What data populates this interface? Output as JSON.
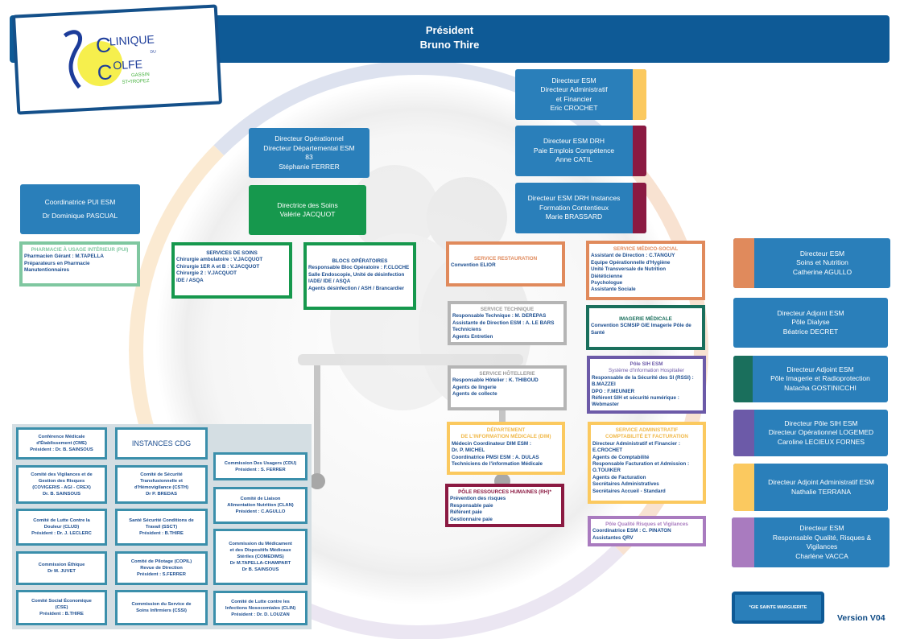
{
  "header": {
    "title": "Président",
    "name": "Bruno Thire"
  },
  "logo": {
    "line1": "LINIQUE",
    "line_du": "DU",
    "line2": "OLFE",
    "line3": "GASSIN",
    "line4": "ST•TROPEZ",
    "initial": "C"
  },
  "colors": {
    "primary_blue": "#2a7fba",
    "dark_blue": "#0e5a96",
    "green": "#16984d",
    "orange": "#e08a5c",
    "yellow": "#fbc95f",
    "burgundy": "#8b1a42",
    "teal": "#1a6f5c",
    "purple": "#6c5aa8",
    "lilac": "#a97bbf",
    "grey": "#b5b5b5",
    "pale_green": "#7fc7a0"
  },
  "directors": {
    "daf": {
      "lines": [
        "Directeur ESM",
        "Directeur Administratif",
        "et Financier",
        "Eric CROCHET"
      ]
    },
    "drh": {
      "lines": [
        "Directeur ESM DRH",
        "Paie Emplois Compétence",
        "Anne CATIL"
      ]
    },
    "drh_instances": {
      "lines": [
        "Directeur ESM DRH Instances",
        "Formation Contentieux",
        "Marie BRASSARD"
      ]
    },
    "operationnel": {
      "lines": [
        "Directeur Opérationnel",
        "Directeur Départemental ESM",
        "83",
        "Stéphanie  FERRER"
      ]
    },
    "soins": {
      "lines": [
        "Directrice des Soins",
        "Valérie JACQUOT"
      ]
    },
    "pui": {
      "lines": [
        "Coordinatrice PUI ESM",
        "Dr Dominique PASCUAL"
      ]
    },
    "nutrition": {
      "lines": [
        "Directeur ESM",
        "Soins et Nutrition",
        "Catherine AGULLO"
      ]
    },
    "dialyse": {
      "lines": [
        "Directeur Adjoint ESM",
        "Pôle Dialyse",
        "Béatrice DECRET"
      ]
    },
    "imagerie": {
      "lines": [
        "Directeur Adjoint ESM",
        "Pôle Imagerie et Radioprotection",
        "Natacha GOSTINICCHI"
      ]
    },
    "sih": {
      "lines": [
        "Directeur Pôle SIH ESM",
        "Directeur Opérationnel LOGEMED",
        "Caroline LECIEUX FORNES"
      ]
    },
    "adjoint_admin": {
      "lines": [
        "Directeur Adjoint Administratif ESM",
        "Nathalie TERRANA"
      ]
    },
    "qualite": {
      "lines": [
        "Directeur ESM",
        "Responsable Qualité, Risques &",
        "Vigilances",
        "Charlène VACCA"
      ]
    }
  },
  "services": {
    "pharmacie": {
      "title": "PHARMACIE À USAGE INTÉRIEUR (PUI)",
      "lines": [
        "Pharmacien Gérant : M.TAPELLA",
        "Préparateurs en Pharmacie",
        "Manutentionnaires"
      ]
    },
    "soins": {
      "title": "SERVICES DE SOINS",
      "lines": [
        "Chirurgie ambulatoire : V.JACQUOT",
        "Chirurgie 1ER A et B : V.JACQUOT",
        "Chirurgie 2 : V.JACQUOT",
        "IDE / ASQA"
      ]
    },
    "blocs": {
      "title": "BLOCS OPÉRATOIRES",
      "lines": [
        "Responsable Bloc Opératoire : F.CLOCHE",
        "Salle Endoscopie, Unité de désinfection",
        "IADE/ IDE / ASQA",
        "Agents désinfection / ASH / Brancardier"
      ]
    },
    "restauration": {
      "title": "SERVICE RESTAURATION",
      "lines": [
        "Convention ELIOR"
      ]
    },
    "technique": {
      "title": "SERVICE TECHNIQUE",
      "lines": [
        "Responsable Technique : M. DEREPAS",
        "Assistante de Direction ESM : A. LE BARS",
        "Techniciens",
        "Agents Entretien"
      ]
    },
    "hotellerie": {
      "title": "SERVICE HÔTELLERIE",
      "lines": [
        "Responsable Hôtelier : K. THIBOUD",
        "Agents de lingerie",
        "Agents de collecte"
      ]
    },
    "medico_social": {
      "title": "SERVICE MÉDICO-SOCIAL",
      "lines": [
        "Assistant de Direction : C.TANGUY",
        "Équipe Opérationnelle d'Hygiène",
        "Unité Transversale de Nutrition",
        "Diététicienne",
        "Psychologue",
        "Assistante Sociale"
      ]
    },
    "imagerie": {
      "title": "IMAGERIE MÉDICALE",
      "lines": [
        "Convention SCMSIP GIE  Imagerie Pôle de",
        "Santé"
      ]
    },
    "sih": {
      "title": "Pôle SIH ESM",
      "subtitle": "Système d'Information Hospitalier",
      "lines": [
        "Responsable de la Sécurité des SI (RSSI) :",
        "B.MAZZEI",
        "DPO : F.MEUNIER",
        "Référent SIH et sécurité numérique :",
        "Webmaster"
      ]
    },
    "dim": {
      "title": "DÉPARTEMENT",
      "subtitle": "DE L'INFORMATION MÉDICALE (DIM)",
      "lines": [
        "Médecin Coordinateur DIM ESM :",
        "Dr. P. MICHEL",
        "Coordinatrice PMSI ESM : A. DULAS",
        "Techniciens de l'information Médicale"
      ]
    },
    "admin": {
      "title": "SERVICE ADMINISTRATIF",
      "subtitle": "COMPTABILITÉ ET FACTURATION",
      "lines": [
        "Directeur Administratif et Financier :",
        "E.CROCHET",
        "Agents de Comptabilité",
        "Responsable Facturation et Admission :",
        "O.TOUIKER",
        "Agents de Facturation",
        "Secrétaires Administratives",
        "Secrétaires Accueil - Standard"
      ]
    },
    "rh": {
      "title": "PÔLE RESSOURCES HUMAINES (RH)*",
      "lines": [
        "Prévention des risques",
        "Responsable paie",
        "Référent paie",
        "Gestionnaire paie"
      ]
    },
    "qualite": {
      "title": "Pôle Qualité Risques et Vigilances",
      "lines": [
        "Coordinatrice ESM : C. PINATON",
        "Assistantes QRV"
      ]
    }
  },
  "instances": {
    "title": "INSTANCES CDG",
    "items": [
      {
        "lines": [
          "Conférence Médicale",
          "d'Établissement (CME)",
          "Président : Dr. B. SAINSOUS"
        ]
      },
      {
        "lines": [
          "Comité des Vigilances et de",
          "Gestion des Risques",
          "(COVIGERIS - AGI - CREX)",
          "Dr. B. SAINSOUS"
        ]
      },
      {
        "lines": [
          "Comité de Lutte Contre la",
          "Douleur (CLUD)",
          "Président : Dr. J. LECLERC"
        ]
      },
      {
        "lines": [
          "Commission Éthique",
          "Dr M. JUVET"
        ]
      },
      {
        "lines": [
          "Comité Social Économique",
          "(CSE)",
          "Président : B.THIRE"
        ]
      },
      {
        "lines": [
          "Comité de Sécurité",
          "Transfusionnelle et",
          "d'Hémovigilance (CSTH)",
          "Dr P. BREDAS"
        ]
      },
      {
        "lines": [
          "Santé Sécurité Conditions de",
          "Travail (SSCT)",
          "Président : B.THIRE"
        ]
      },
      {
        "lines": [
          "Comité de Pilotage (COPIL)",
          "Revue de Direction",
          "Président : S.FERRER"
        ]
      },
      {
        "lines": [
          "Commission du Service de",
          "Soins Infirmiers (CSSI)"
        ]
      },
      {
        "lines": [
          "Commission Des Usagers (CDU)",
          "Président : S. FERRER"
        ]
      },
      {
        "lines": [
          "Comité de Liaison",
          "Alimentation Nutrition (CLAN)",
          "Président : C.AGULLO"
        ]
      },
      {
        "lines": [
          "Commission du Médicament",
          "et des Dispositifs Médicaux",
          "Stériles (COMEDIMS)",
          "Dr M.TAPELLA-CHAMPART",
          "Dr B. SAINSOUS"
        ]
      },
      {
        "lines": [
          "Comité de Lutte contre les",
          "Infections Nosocomiales (CLIN)",
          "Président : Dr. D. LOUZAN"
        ]
      }
    ]
  },
  "footer": {
    "gie": "*GIE SAINTE MARGUERITE",
    "version": "Version V04"
  }
}
